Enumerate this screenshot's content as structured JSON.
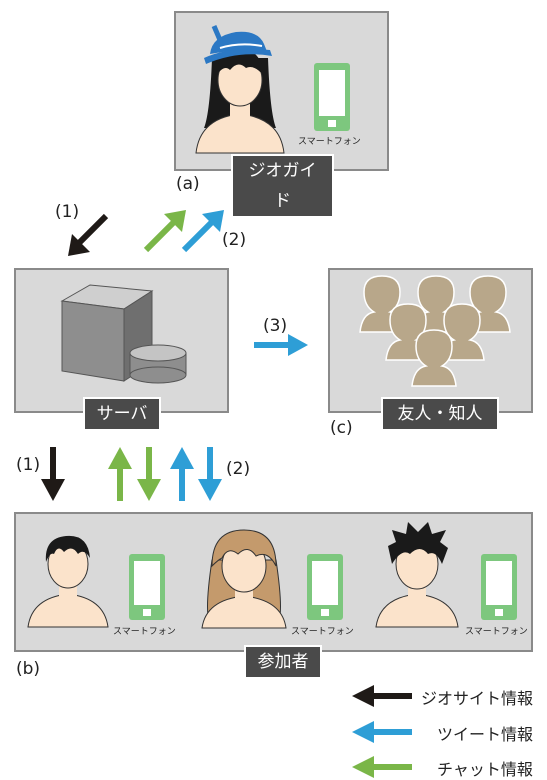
{
  "geo_guide": {
    "label": "ジオガイド",
    "tag": "(a)",
    "device_label": "スマートフォン"
  },
  "server": {
    "label": "サーバ"
  },
  "friends": {
    "label": "友人・知人",
    "tag": "(c)"
  },
  "participants": {
    "label": "参加者",
    "tag": "(b)",
    "device_label": "スマートフォン"
  },
  "flows": {
    "label_1_top": "(1)",
    "label_2_top": "(2)",
    "label_3": "(3)",
    "label_1_bottom": "(1)",
    "label_2_bottom": "(2)"
  },
  "legend": [
    {
      "label": "ジオサイト情報",
      "color": "#1f1a17"
    },
    {
      "label": "ツイート情報",
      "color": "#2e9ed6"
    },
    {
      "label": "チャット情報",
      "color": "#7ab648"
    }
  ],
  "colors": {
    "geosite": "#1f1a17",
    "tweet": "#2e9ed6",
    "chat": "#7ab648",
    "phone": "#7dc77e",
    "box": "#d9d9d9"
  }
}
